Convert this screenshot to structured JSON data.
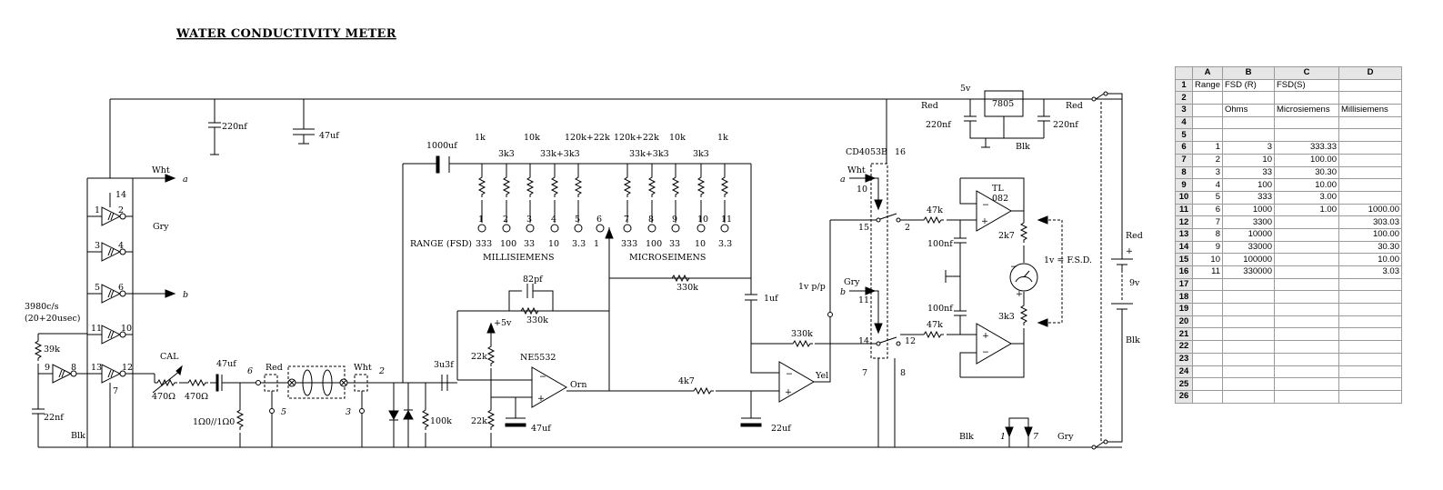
{
  "title": "WATER CONDUCTIVITY METER",
  "labels": {
    "c220_left": "220nf",
    "c47_top": "47uf",
    "wht_a": "Wht",
    "a": "a",
    "b": "b",
    "pin14": "14",
    "gry_top": "Gry",
    "p1": "1",
    "p2": "2",
    "p3": "3",
    "p4": "4",
    "p5": "5",
    "p6": "6",
    "p11": "11",
    "p10": "10",
    "p9": "9",
    "p8": "8",
    "p13": "13",
    "p12": "12",
    "p7": "7",
    "freq": "3980c/s",
    "freq2": "(20+20usec)",
    "r39k": "39k",
    "c22nf": "22nf",
    "blk_left": "Blk",
    "cal": "CAL",
    "r470a": "470Ω",
    "r470b": "470Ω",
    "c47uf_mid": "47uf",
    "r1g": "1Ω0//1Ω0",
    "n6": "6",
    "red_probe": "Red",
    "n5": "5",
    "wht_probe": "Wht",
    "n3": "3",
    "n2": "2",
    "c3u3f": "3u3f",
    "r100k": "100k",
    "c1000uf": "1000uf",
    "top_1k_a": "1k",
    "top_10k_a": "10k",
    "top_120k_a": "120k+22k",
    "top_120k_b": "120k+22k",
    "top_10k_b": "10k",
    "top_1k_b": "1k",
    "top_3k3_a": "3k3",
    "top_33k_a": "33k+3k3",
    "top_33k_b": "33k+3k3",
    "top_3k3_b": "3k3",
    "sw1": "1",
    "sw2": "2",
    "sw3": "3",
    "sw4": "4",
    "sw5": "5",
    "sw6": "6",
    "sw7": "7",
    "sw8": "8",
    "sw9": "9",
    "sw10": "10",
    "sw11": "11",
    "range_fsd": "RANGE (FSD)",
    "rv1": "333",
    "rv2": "100",
    "rv3": "33",
    "rv4": "10",
    "rv5": "3.3",
    "rv6": "1",
    "rv7": "333",
    "rv8": "100",
    "rv9": "33",
    "rv10": "10",
    "rv11": "3.3",
    "millisiemens": "MILLISIEMENS",
    "microseimens": "MICROSEIMENS",
    "c82pf": "82pf",
    "r330k_fb": "330k",
    "r330k_top": "330k",
    "c1uf": "1uf",
    "plus5v": "+5v",
    "r22k_a": "22k",
    "r22k_b": "22k",
    "c47uf_bot": "47uf",
    "ne5532": "NE5532",
    "orn": "Orn",
    "r4k7": "4k7",
    "c22uf": "22uf",
    "yel": "Yel",
    "r330k_out": "330k",
    "vpp": "1v p/p",
    "cd4053b": "CD4053B",
    "pin16": "16",
    "wht_r": "Wht",
    "a_r": "a",
    "pin10": "10",
    "pin15": "15",
    "pin2": "2",
    "gry_r": "Gry",
    "b_r": "b",
    "pin11": "11",
    "pin14r": "14",
    "pin12": "12",
    "pin7": "7",
    "pin8": "8",
    "r47k_a": "47k",
    "r47k_b": "47k",
    "c100nf_a": "100nf",
    "c100nf_b": "100nf",
    "tl": "TL",
    "tl082": "082",
    "r2k7": "2k7",
    "r3k3": "3k3",
    "fsd": "1v = F.S.D.",
    "v5": "5v",
    "reg": "7805",
    "red_reg_l": "Red",
    "red_reg_r": "Red",
    "c220_reg_l": "220nf",
    "c220_reg_r": "220nf",
    "blk_reg": "Blk",
    "red_bat": "Red",
    "plus": "+",
    "v9": "9v",
    "blk_bat": "Blk",
    "blk_bot": "Blk",
    "one": "1",
    "seven": "7",
    "gry_bot": "Gry"
  },
  "spreadsheet": {
    "columns": [
      "A",
      "B",
      "C",
      "D"
    ],
    "rows": [
      {
        "n": "1",
        "A": "Range",
        "B": "FSD (R)",
        "C": "FSD(S)",
        "D": ""
      },
      {
        "n": "2",
        "A": "",
        "B": "",
        "C": "",
        "D": ""
      },
      {
        "n": "3",
        "A": "",
        "B": "Ohms",
        "C": "Microsiemens",
        "D": "Millisiemens"
      },
      {
        "n": "4",
        "A": "",
        "B": "",
        "C": "",
        "D": ""
      },
      {
        "n": "5",
        "A": "",
        "B": "",
        "C": "",
        "D": ""
      },
      {
        "n": "6",
        "A": "1",
        "B": "3",
        "C": "333.33",
        "D": ""
      },
      {
        "n": "7",
        "A": "2",
        "B": "10",
        "C": "100.00",
        "D": ""
      },
      {
        "n": "8",
        "A": "3",
        "B": "33",
        "C": "30.30",
        "D": ""
      },
      {
        "n": "9",
        "A": "4",
        "B": "100",
        "C": "10.00",
        "D": ""
      },
      {
        "n": "10",
        "A": "5",
        "B": "333",
        "C": "3.00",
        "D": ""
      },
      {
        "n": "11",
        "A": "6",
        "B": "1000",
        "C": "1.00",
        "D": "1000.00"
      },
      {
        "n": "12",
        "A": "7",
        "B": "3300",
        "C": "",
        "D": "303.03"
      },
      {
        "n": "13",
        "A": "8",
        "B": "10000",
        "C": "",
        "D": "100.00"
      },
      {
        "n": "14",
        "A": "9",
        "B": "33000",
        "C": "",
        "D": "30.30"
      },
      {
        "n": "15",
        "A": "10",
        "B": "100000",
        "C": "",
        "D": "10.00"
      },
      {
        "n": "16",
        "A": "11",
        "B": "330000",
        "C": "",
        "D": "3.03"
      },
      {
        "n": "17",
        "A": "",
        "B": "",
        "C": "",
        "D": ""
      },
      {
        "n": "18",
        "A": "",
        "B": "",
        "C": "",
        "D": ""
      },
      {
        "n": "19",
        "A": "",
        "B": "",
        "C": "",
        "D": ""
      },
      {
        "n": "20",
        "A": "",
        "B": "",
        "C": "",
        "D": ""
      },
      {
        "n": "21",
        "A": "",
        "B": "",
        "C": "",
        "D": ""
      },
      {
        "n": "22",
        "A": "",
        "B": "",
        "C": "",
        "D": ""
      },
      {
        "n": "23",
        "A": "",
        "B": "",
        "C": "",
        "D": ""
      },
      {
        "n": "24",
        "A": "",
        "B": "",
        "C": "",
        "D": ""
      },
      {
        "n": "25",
        "A": "",
        "B": "",
        "C": "",
        "D": ""
      },
      {
        "n": "26",
        "A": "",
        "B": "",
        "C": "",
        "D": ""
      }
    ]
  }
}
